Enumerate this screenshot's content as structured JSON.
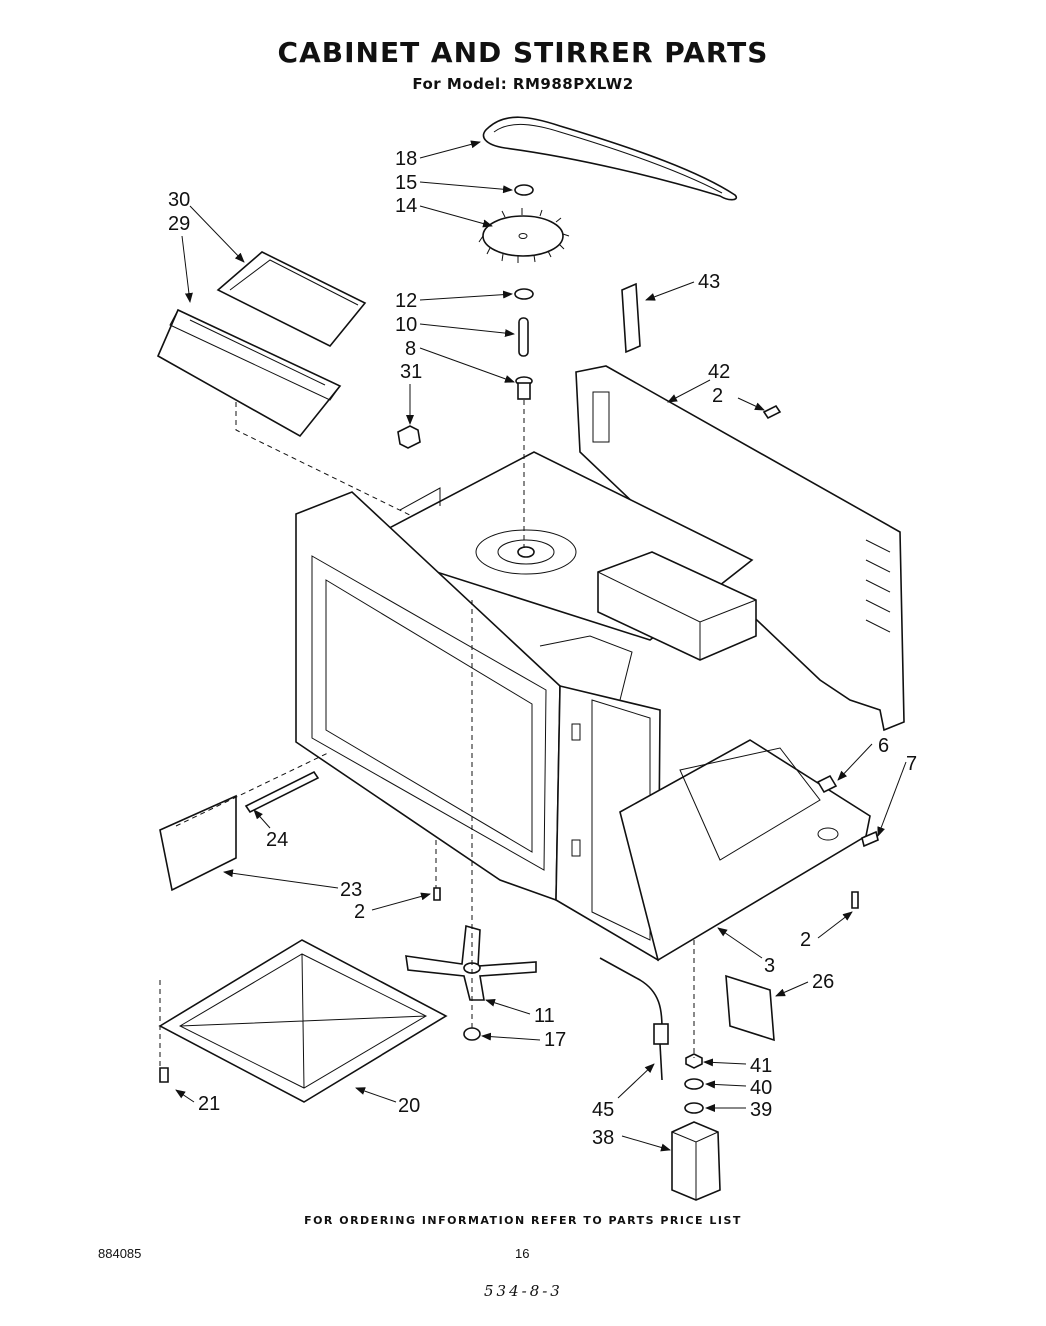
{
  "header": {
    "title": "CABINET AND STIRRER PARTS",
    "subtitle": "For Model: RM988PXLW2"
  },
  "callouts": [
    "18",
    "15",
    "14",
    "30",
    "29",
    "12",
    "10",
    "8",
    "31",
    "43",
    "42",
    "2",
    "6",
    "7",
    "24",
    "23",
    "2",
    "3",
    "2",
    "26",
    "11",
    "17",
    "41",
    "40",
    "39",
    "38",
    "45",
    "21",
    "20"
  ],
  "footer": {
    "ordering_note": "FOR ORDERING INFORMATION REFER TO PARTS PRICE LIST",
    "doc_number": "884085",
    "page_number": "16",
    "handwritten": "534-8-3"
  }
}
